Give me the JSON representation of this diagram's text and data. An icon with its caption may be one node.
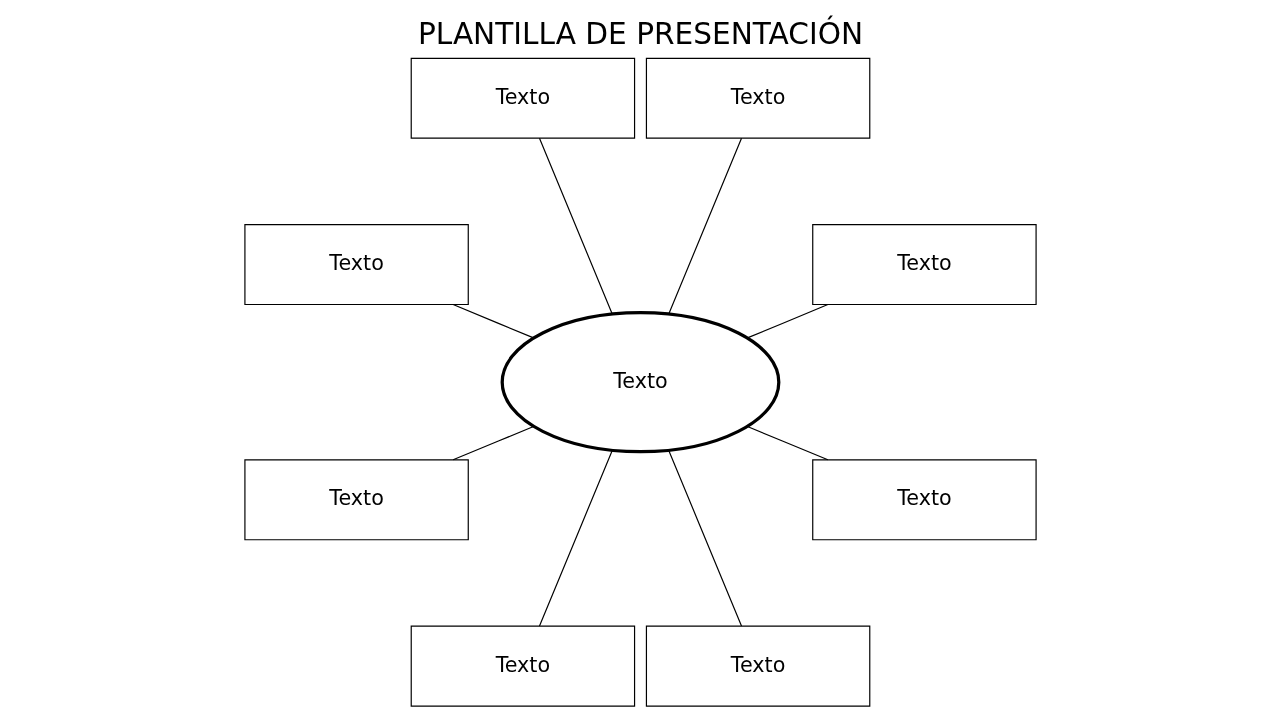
{
  "diagram": {
    "title": "PLANTILLA DE PRESENTACIÓN",
    "nodes": [
      {
        "text": [
          "Texto"
        ]
      },
      {
        "text": [
          "Texto"
        ]
      },
      {
        "text": [
          "Texto"
        ]
      },
      {
        "text": [
          "Texto"
        ]
      },
      {
        "text": [
          "Texto"
        ]
      },
      {
        "text": [
          "Texto"
        ]
      },
      {
        "text": [
          "Texto"
        ]
      },
      {
        "text": [
          "Texto"
        ]
      },
      {
        "text": [
          "Texto"
        ]
      }
    ],
    "edges": [
      {
        "from": 4,
        "to": 0,
        "arrow": "none"
      },
      {
        "from": 4,
        "to": 2,
        "arrow": "none"
      },
      {
        "from": 4,
        "to": 5,
        "arrow": "none"
      },
      {
        "from": 4,
        "to": 7,
        "arrow": "none"
      },
      {
        "from": 4,
        "to": 8,
        "arrow": "none"
      },
      {
        "from": 4,
        "to": 6,
        "arrow": "none"
      },
      {
        "from": 4,
        "to": 3,
        "arrow": "none"
      },
      {
        "from": 4,
        "to": 1,
        "arrow": "none"
      }
    ]
  }
}
